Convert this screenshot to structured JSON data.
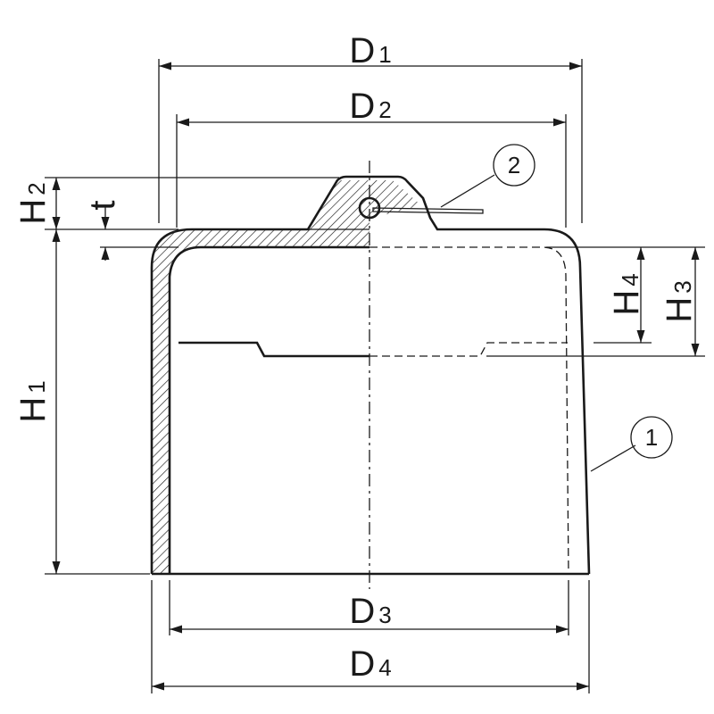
{
  "dimensions": {
    "d1": {
      "letter": "D",
      "index": "1"
    },
    "d2": {
      "letter": "D",
      "index": "2"
    },
    "d3": {
      "letter": "D",
      "index": "3"
    },
    "d4": {
      "letter": "D",
      "index": "4"
    },
    "h1": {
      "letter": "H",
      "index": "1"
    },
    "h2": {
      "letter": "H",
      "index": "2"
    },
    "h3": {
      "letter": "H",
      "index": "3"
    },
    "h4": {
      "letter": "H",
      "index": "4"
    },
    "t": {
      "letter": "t"
    }
  },
  "callouts": {
    "cap": "1",
    "tab": "2"
  },
  "colors": {
    "line": "#1a1a1a",
    "background": "#ffffff"
  }
}
